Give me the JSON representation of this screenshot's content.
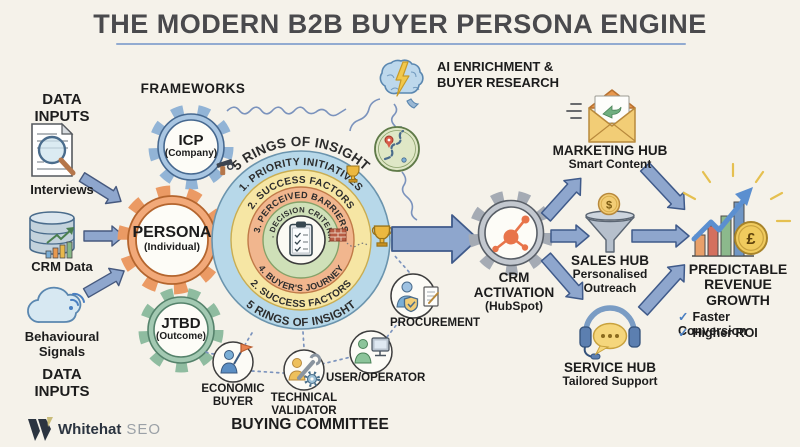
{
  "title": "THE MODERN B2B BUYER PERSONA ENGINE",
  "data_inputs": {
    "label_top": "DATA\nINPUTS",
    "interviews": "Interviews",
    "crm_data": "CRM Data",
    "behavioural": "Behavioural\nSignals",
    "label_bottom": "DATA\nINPUTS"
  },
  "frameworks": {
    "label": "FRAMEWORKS",
    "icp": {
      "name": "ICP",
      "sub": "(Company)"
    },
    "persona": {
      "name": "PERSONA",
      "sub": "(Individual)"
    },
    "jtbd": {
      "name": "JTBD",
      "sub": "(Outcome)"
    }
  },
  "rings": {
    "outer_top": "5 RINGS OF INSIGHT",
    "ring1": "1. PRIORITY INITIATIVES",
    "ring2": "2. SUCCESS FACTORS",
    "ring3": "3. PERCEIVED BARRIERS",
    "ring5": "5. DECISION CRITERIA",
    "ring4": "4. BUYER'S JOURNEY",
    "ring2_bottom": "2. SUCCESS FACTORS",
    "outer_bottom": "5 RINGS OF INSIGHT"
  },
  "ai": {
    "label": "AI ENRICHMENT &\nBUYER RESEARCH"
  },
  "crm": {
    "name": "CRM\nACTIVATION",
    "sub": "(HubSpot)"
  },
  "hubs": {
    "marketing": {
      "title": "MARKETING HUB",
      "sub": "Smart Content"
    },
    "sales": {
      "title": "SALES HUB",
      "sub": "Personalised\nOutreach",
      "coin": "$"
    },
    "service": {
      "title": "SERVICE HUB",
      "sub": "Tailored Support"
    }
  },
  "revenue": {
    "title": "PREDICTABLE\nREVENUE\nGROWTH",
    "check": "✓",
    "benefits": [
      "Faster Conversion",
      "Higher ROI"
    ],
    "coin": "£"
  },
  "committee": {
    "label": "BUYING COMMITTEE",
    "economic": "ECONOMIC\nBUYER",
    "technical": "TECHNICAL\nVALIDATOR",
    "user": "USER/OPERATOR",
    "procurement": "PROCUREMENT"
  },
  "logo": {
    "name": "Whitehat",
    "suffix": "SEO"
  },
  "colors": {
    "background": "#f5f2ea",
    "arrow_blue": "#8ea6cd",
    "ring_blue": "#b7d8e9",
    "ring_yellow": "#f6e6a4",
    "ring_orange": "#f1b68e",
    "ring_green": "#cfe0b8",
    "gear_blue": "#a9c6e2",
    "gear_orange": "#f2a979",
    "gear_green": "#a3c9b2",
    "hubspot_orange": "#e8744a",
    "gold": "#f0cb5e",
    "check_blue": "#4a7fc1"
  }
}
